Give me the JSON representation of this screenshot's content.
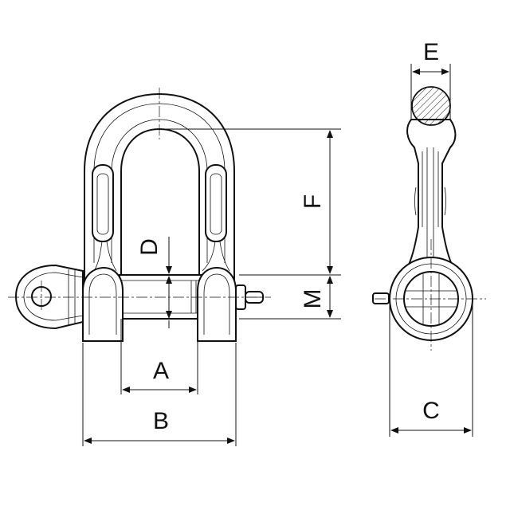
{
  "diagram": {
    "labels": {
      "a": "A",
      "b": "B",
      "c": "C",
      "d": "D",
      "e": "E",
      "f": "F",
      "m": "M"
    }
  }
}
